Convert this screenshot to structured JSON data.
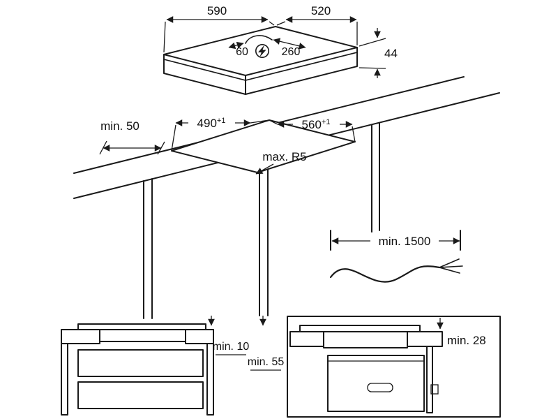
{
  "colors": {
    "line": "#1a1a1a",
    "background": "#ffffff",
    "text": "#111111"
  },
  "hob": {
    "width_label": "590",
    "depth_label": "520",
    "height_label": "44",
    "cable_offset_label": "60",
    "cable_center_label": "260",
    "power_symbol": "lightning-bolt-in-circle"
  },
  "worktop": {
    "cutout_depth_label": "490",
    "cutout_depth_tolerance": "+1",
    "cutout_width_label": "560",
    "cutout_width_tolerance": "+1",
    "front_clearance_label": "min. 50",
    "corner_radius_label": "max. R5"
  },
  "cable": {
    "length_label": "min. 1500"
  },
  "drawer_section": {
    "hob_clearance_label": "min. 10",
    "drawer_clearance_label": "min. 55"
  },
  "oven_section": {
    "oven_clearance_label": "min. 28"
  }
}
